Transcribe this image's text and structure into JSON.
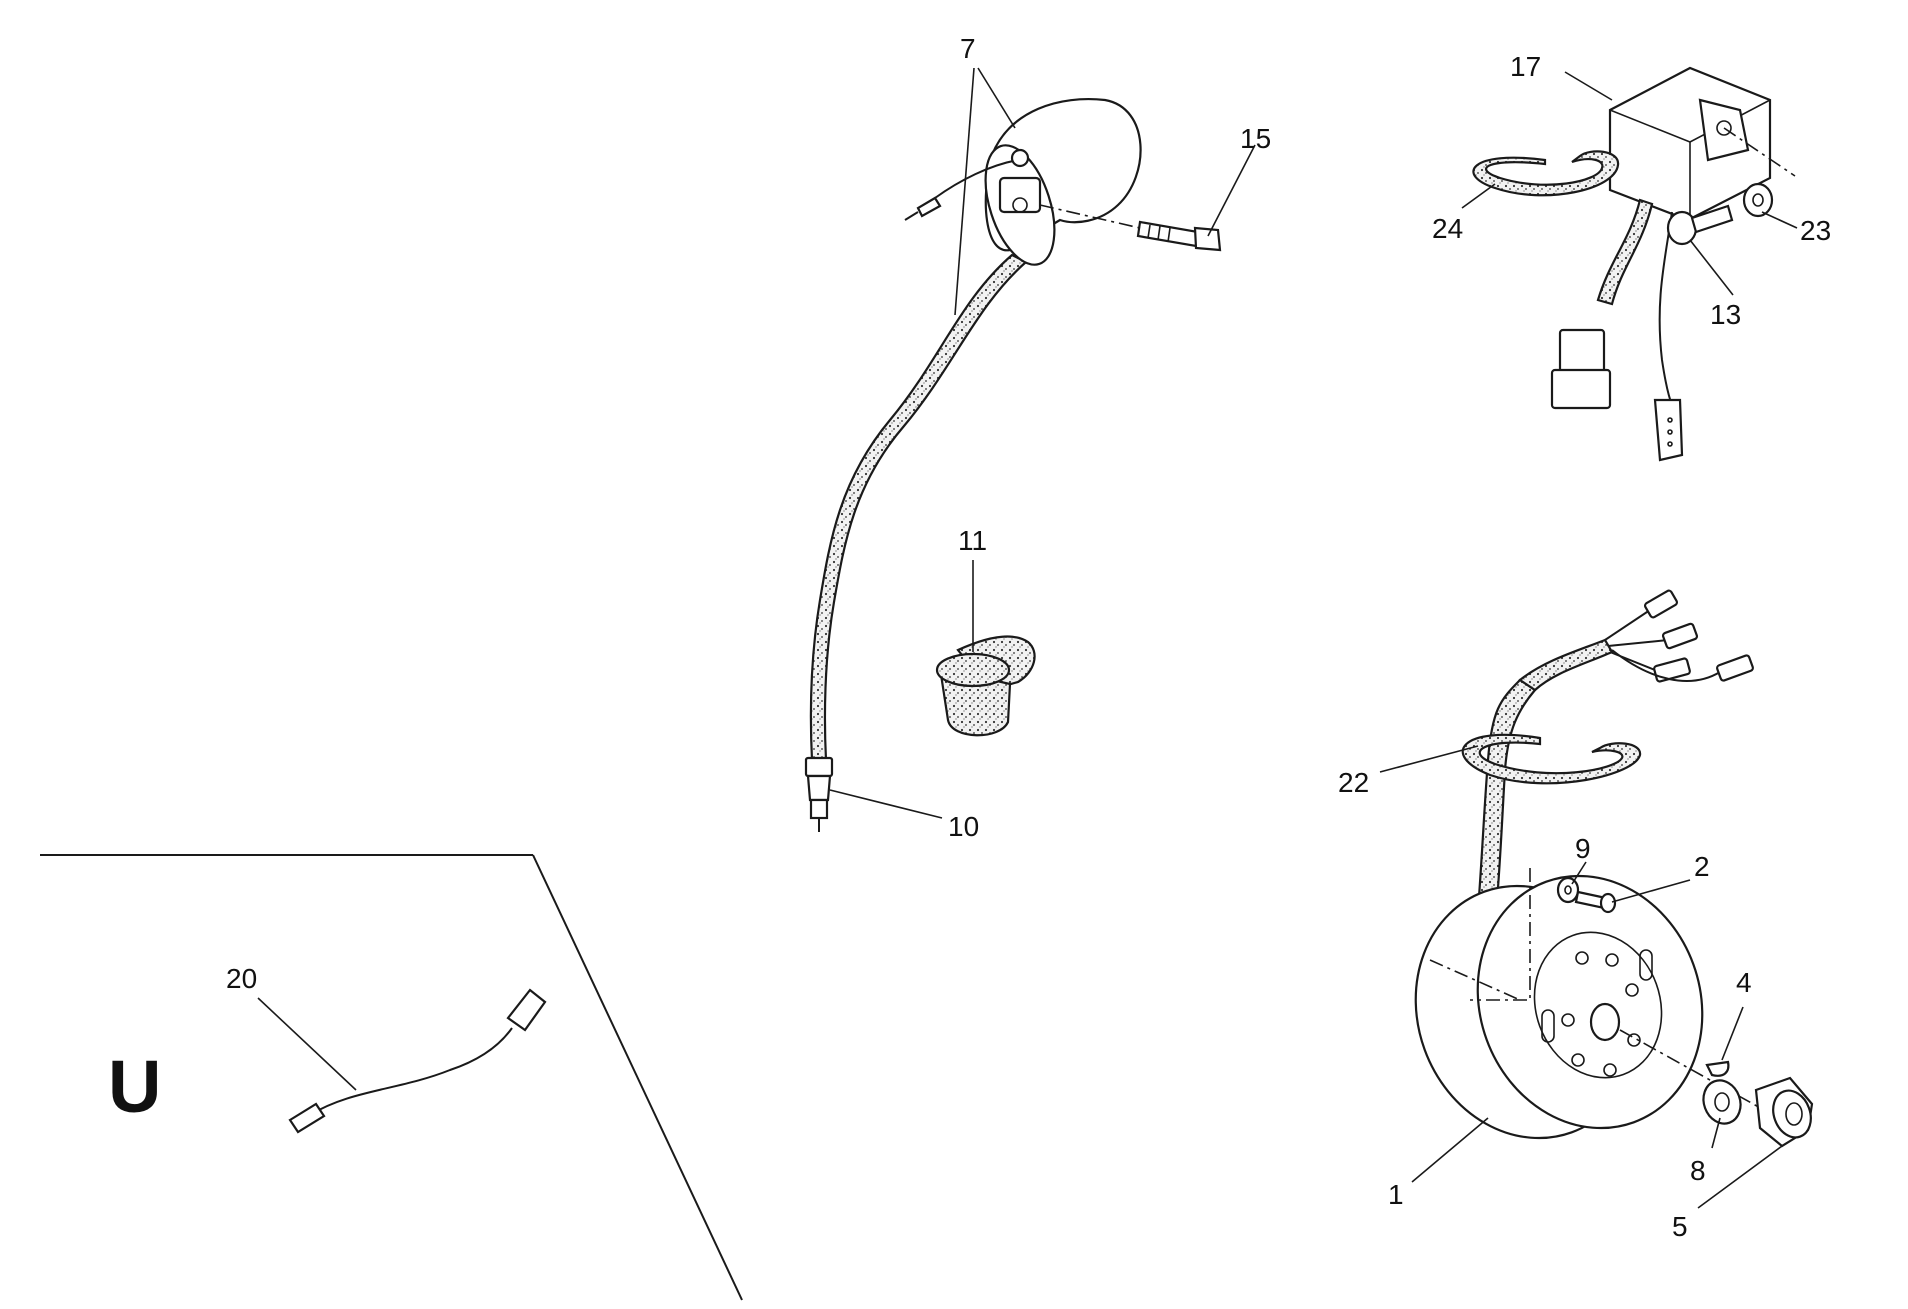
{
  "callouts": {
    "p1": "1",
    "p2": "2",
    "p4": "4",
    "p5": "5",
    "p7": "7",
    "p8": "8",
    "p9": "9",
    "p10": "10",
    "p11": "11",
    "p13": "13",
    "p15": "15",
    "p17": "17",
    "p20": "20",
    "p22": "22",
    "p23": "23",
    "p24": "24"
  },
  "section_label": "U"
}
